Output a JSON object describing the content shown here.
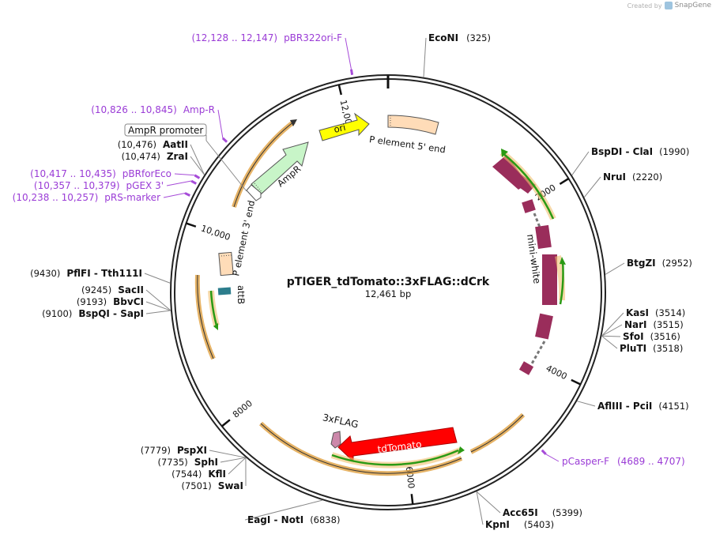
{
  "watermark": {
    "prefix": "Created by",
    "brand": "SnapGene"
  },
  "plasmid": {
    "name": "pTIGER_tdTomato::3xFLAG::dCrk",
    "size": 12461,
    "size_label": "12,461 bp"
  },
  "colors": {
    "enzyme_line": "#888888",
    "primer": "#a64bd8",
    "backbone": "#222222"
  },
  "ticks": [
    {
      "pos": 2000,
      "label": "2000"
    },
    {
      "pos": 4000,
      "label": "4000"
    },
    {
      "pos": 6000,
      "label": "6000"
    },
    {
      "pos": 8000,
      "label": "8000"
    },
    {
      "pos": 10000,
      "label": "10,000"
    },
    {
      "pos": 12000,
      "label": "12,000"
    }
  ],
  "enzymes": [
    {
      "id": "econi",
      "names": [
        {
          "name": "EcoNI",
          "pos": "(325)"
        }
      ],
      "site": 325
    },
    {
      "id": "bspdi",
      "names": [
        {
          "name": "BspDI  - ClaI",
          "pos": "(1990)"
        }
      ],
      "site": 1990
    },
    {
      "id": "nrui",
      "names": [
        {
          "name": "NruI",
          "pos": "(2220)"
        }
      ],
      "site": 2220
    },
    {
      "id": "btgzi",
      "names": [
        {
          "name": "BtgZI",
          "pos": "(2952)"
        }
      ],
      "site": 2952
    },
    {
      "id": "kasi",
      "names": [
        {
          "name": "KasI",
          "pos": "(3514)"
        },
        {
          "name": "NarI",
          "pos": "(3515)"
        },
        {
          "name": "SfoI",
          "pos": "(3516)"
        },
        {
          "name": "PluTI",
          "pos": "(3518)"
        }
      ],
      "site": 3515
    },
    {
      "id": "afliii",
      "names": [
        {
          "name": "AflIII  - PciI",
          "pos": "(4151)"
        }
      ],
      "site": 4151
    },
    {
      "id": "acc65i",
      "names": [
        {
          "name": "Acc65I",
          "pos": "(5399)"
        },
        {
          "name": "KpnI",
          "pos": "(5403)"
        }
      ],
      "site": 5401
    },
    {
      "id": "eagi",
      "names": [
        {
          "name": "EagI  - NotI",
          "pos": "(6838)"
        }
      ],
      "site": 6838
    },
    {
      "id": "swai",
      "names": [
        {
          "name": "PspXI",
          "pos": "(7779)"
        },
        {
          "name": "SphI",
          "pos": "(7735)"
        },
        {
          "name": "KflI",
          "pos": "(7544)"
        },
        {
          "name": "SwaI",
          "pos": "(7501)"
        }
      ],
      "site": 7640
    },
    {
      "id": "bspqi",
      "names": [
        {
          "name": "SacII",
          "pos": "(9245)"
        },
        {
          "name": "BbvCI",
          "pos": "(9193)"
        },
        {
          "name": "BspQI  - SapI",
          "pos": "(9100)"
        }
      ],
      "site": 9180
    },
    {
      "id": "pflfi",
      "names": [
        {
          "name": "PflFI  - Tth111I",
          "pos": "(9430)"
        }
      ],
      "site": 9430
    },
    {
      "id": "aatii",
      "names": [
        {
          "name": "AatII",
          "pos": "(10,476)"
        },
        {
          "name": "ZraI",
          "pos": "(10,474)"
        }
      ],
      "site": 10475
    }
  ],
  "primers": [
    {
      "id": "pbr322",
      "name": "pBR322ori-F",
      "range": "(12,128 .. 12,147)",
      "site": 12137
    },
    {
      "id": "ampr",
      "name": "Amp-R",
      "range": "(10,826 .. 10,845)",
      "site": 10835
    },
    {
      "id": "pbrfor",
      "name": "pBRforEco",
      "range": "(10,417 .. 10,435)",
      "site": 10426
    },
    {
      "id": "pgex",
      "name": "pGEX 3'",
      "range": "(10,357 .. 10,379)",
      "site": 10368
    },
    {
      "id": "prs",
      "name": "pRS-marker",
      "range": "(10,238 .. 10,257)",
      "site": 10247
    },
    {
      "id": "pcasper",
      "name": "pCasper-F",
      "range": "(4689 .. 4707)",
      "site": 4698
    }
  ],
  "features": {
    "ori": "ori",
    "p5": "P element 5' end",
    "ampr": "AmpR",
    "ampr_promoter": "AmpR promoter",
    "p3": "P element 3' end",
    "attb": "attB",
    "miniwhite": "mini-white",
    "tdtomato": "tdTomato",
    "flag": "3xFLAG"
  }
}
